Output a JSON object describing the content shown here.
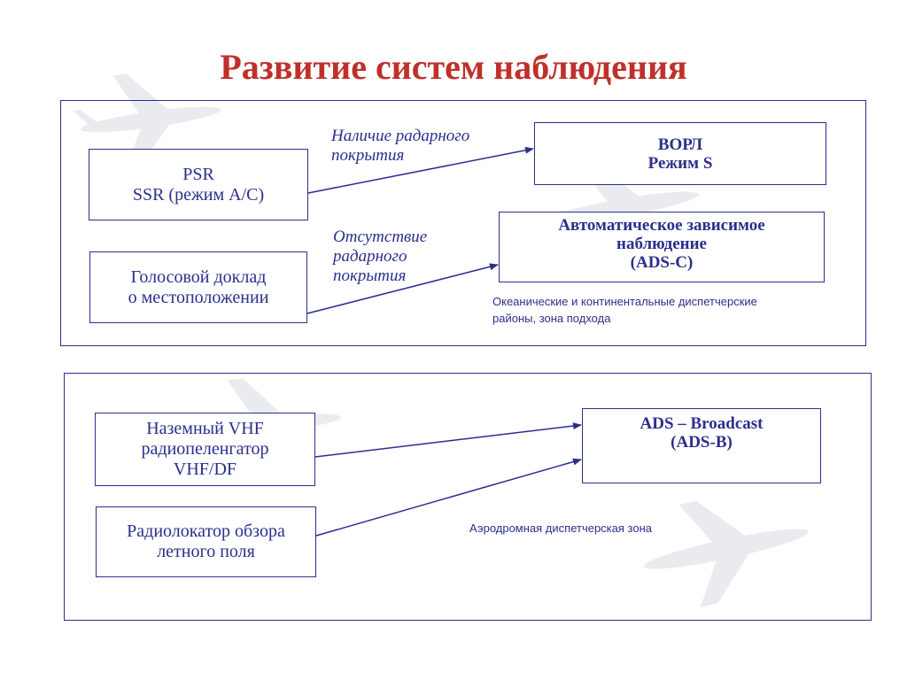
{
  "title": "Развитие систем наблюдения",
  "top_panel": {
    "psr_box": {
      "line1": "PSR",
      "line2": "SSR (режим А/С)"
    },
    "voice_box": {
      "line1": "Голосовой доклад",
      "line2": "о местоположении"
    },
    "vorl_box": {
      "line1": "ВОРЛ",
      "line2": "Режим S"
    },
    "adsc_box": {
      "line1": "Автоматическое зависимое",
      "line2": "наблюдение",
      "line3": "(ADS-C)"
    },
    "note_radar": {
      "line1": "Наличие радарного",
      "line2": "покрытия"
    },
    "note_no_radar": {
      "line1": "Отсутствие",
      "line2": "радарного",
      "line3": "покрытия"
    },
    "caption": {
      "line1": "Океанические  и континентальные  диспетчерские",
      "line2": "районы,  зона подхода"
    }
  },
  "bottom_panel": {
    "vhf_box": {
      "line1": "Наземный VHF",
      "line2": "радиопеленгатор",
      "line3": "VHF/DF"
    },
    "field_box": {
      "line1": "Радиолокатор обзора",
      "line2": "летного поля"
    },
    "adsb_box": {
      "line1": "ADS – Broadcast",
      "line2": "(ADS-B)"
    },
    "caption": "Аэродромная диспетчерская зона"
  },
  "colors": {
    "title": "#c0302a",
    "line": "#2b2f8c",
    "watermark": "#d9dbe0"
  }
}
